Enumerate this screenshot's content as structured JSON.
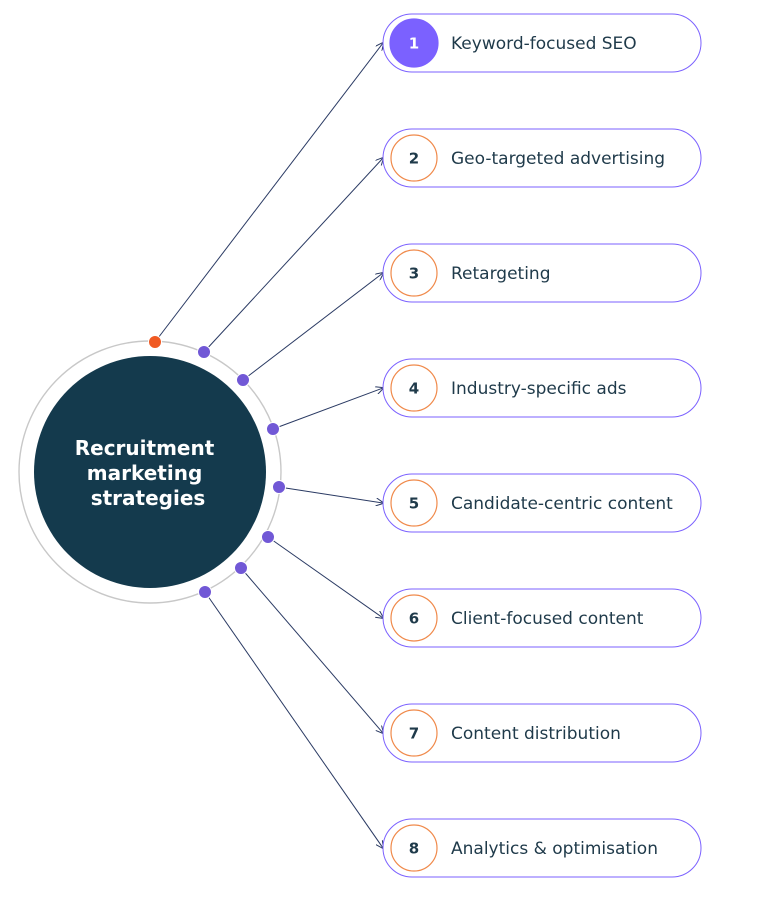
{
  "title_lines": [
    "Recruitment",
    "marketing",
    "strategies"
  ],
  "steps": [
    {
      "number": "1",
      "label": "Keyword-focused SEO"
    },
    {
      "number": "2",
      "label": "Geo-targeted advertising"
    },
    {
      "number": "3",
      "label": "Retargeting"
    },
    {
      "number": "4",
      "label": "Industry-specific ads"
    },
    {
      "number": "5",
      "label": "Candidate-centric content"
    },
    {
      "number": "6",
      "label": "Client-focused content"
    },
    {
      "number": "7",
      "label": "Content distribution"
    },
    {
      "number": "8",
      "label": "Analytics & optimisation"
    }
  ],
  "active_step": 0,
  "colors": {
    "hub": "#143a4d",
    "ring": "#c8c8c8",
    "accent": "#7b61ff",
    "dot": "#7158d6",
    "active_dot": "#f05a23",
    "number_ring": "#f08a4b",
    "connector": "#2a3a63",
    "text": "#1f3a4a"
  }
}
